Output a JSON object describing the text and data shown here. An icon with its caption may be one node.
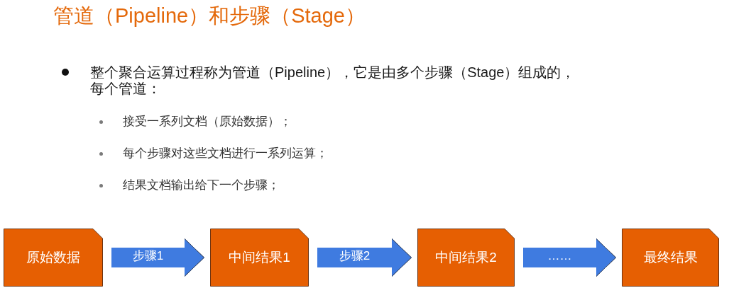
{
  "diagram": {
    "title": "管道（Pipeline）和步骤（Stage）",
    "nodes": [
      {
        "text": [
          "原始数据"
        ]
      },
      {
        "text": [
          "中间结果1"
        ]
      },
      {
        "text": [
          "中间结果2"
        ]
      },
      {
        "text": [
          "最终结果"
        ]
      }
    ],
    "edges": [
      {
        "from": 0,
        "to": 1,
        "arrow": "to",
        "label": "步骤1"
      },
      {
        "from": 1,
        "to": 2,
        "arrow": "to",
        "label": "步骤2"
      },
      {
        "from": 2,
        "to": 3,
        "arrow": "to",
        "label": "……"
      }
    ],
    "labels": [
      "整个聚合运算过程称为管道（Pipeline），它是由多个步骤（Stage）组成的，每个管道：",
      "接受一系列文档（原始数据）；",
      "每个步骤对这些文档进行一系列运算；",
      "结果文档输出给下一个步骤；"
    ]
  }
}
